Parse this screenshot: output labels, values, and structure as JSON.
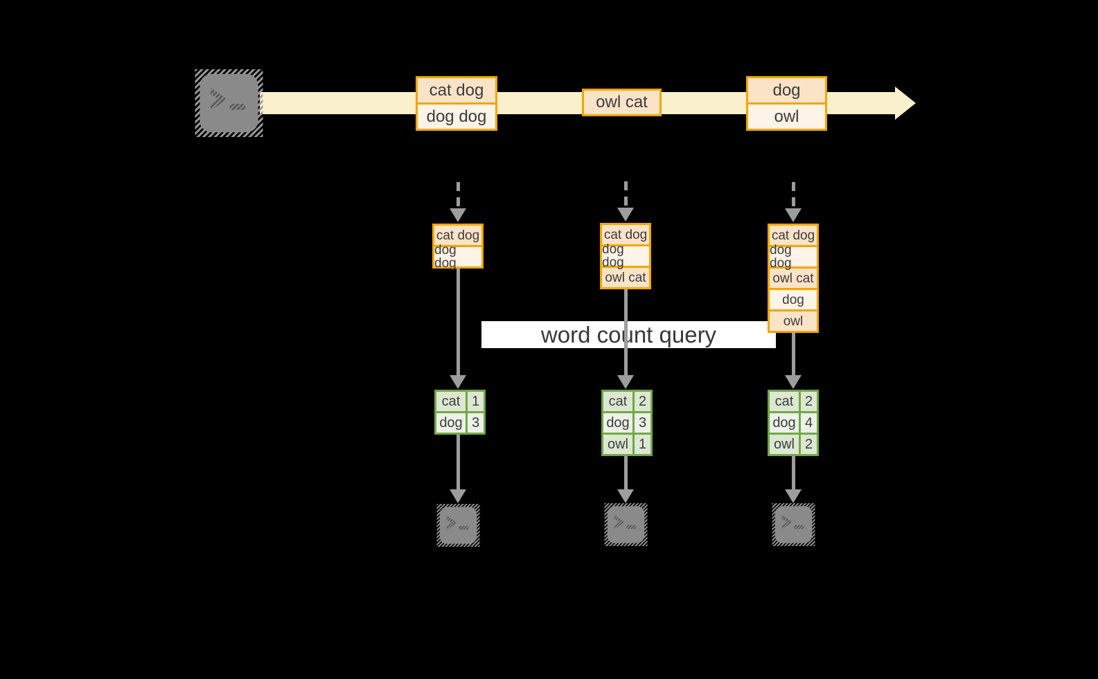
{
  "colors": {
    "background": "#000000",
    "stream_band": "#FAF0CB",
    "batch_border": "#F2A602",
    "batch_fill_dark": "#FBE3C8",
    "batch_fill_light": "#FDF3E6",
    "table_border": "#72A746",
    "table_fill_dark": "#DCE8D2",
    "table_fill_light": "#EDF2E8",
    "arrow_gray": "#9D9D9D",
    "banner_bg": "#FFFFFF",
    "text": "#3C3C3C"
  },
  "banner": {
    "label": "word count query"
  },
  "stream": {
    "batches": [
      {
        "lines": [
          "cat dog",
          "dog dog"
        ]
      },
      {
        "lines": [
          "owl cat"
        ]
      },
      {
        "lines": [
          "dog",
          "owl"
        ]
      }
    ]
  },
  "columns": [
    {
      "input_lines": [
        "cat dog",
        "dog dog"
      ],
      "counts": [
        {
          "word": "cat",
          "count": "1"
        },
        {
          "word": "dog",
          "count": "3"
        }
      ]
    },
    {
      "input_lines": [
        "cat dog",
        "dog dog",
        "owl cat"
      ],
      "counts": [
        {
          "word": "cat",
          "count": "2"
        },
        {
          "word": "dog",
          "count": "3"
        },
        {
          "word": "owl",
          "count": "1"
        }
      ]
    },
    {
      "input_lines": [
        "cat dog",
        "dog dog",
        "owl cat",
        "dog",
        "owl"
      ],
      "counts": [
        {
          "word": "cat",
          "count": "2"
        },
        {
          "word": "dog",
          "count": "4"
        },
        {
          "word": "owl",
          "count": "2"
        }
      ]
    }
  ],
  "icons": {
    "source": "terminal-icon",
    "stream_arrow": "arrow-right-icon",
    "flow_arrow": "arrow-down-icon",
    "sinks": [
      "terminal-icon",
      "terminal-icon",
      "terminal-icon"
    ]
  }
}
